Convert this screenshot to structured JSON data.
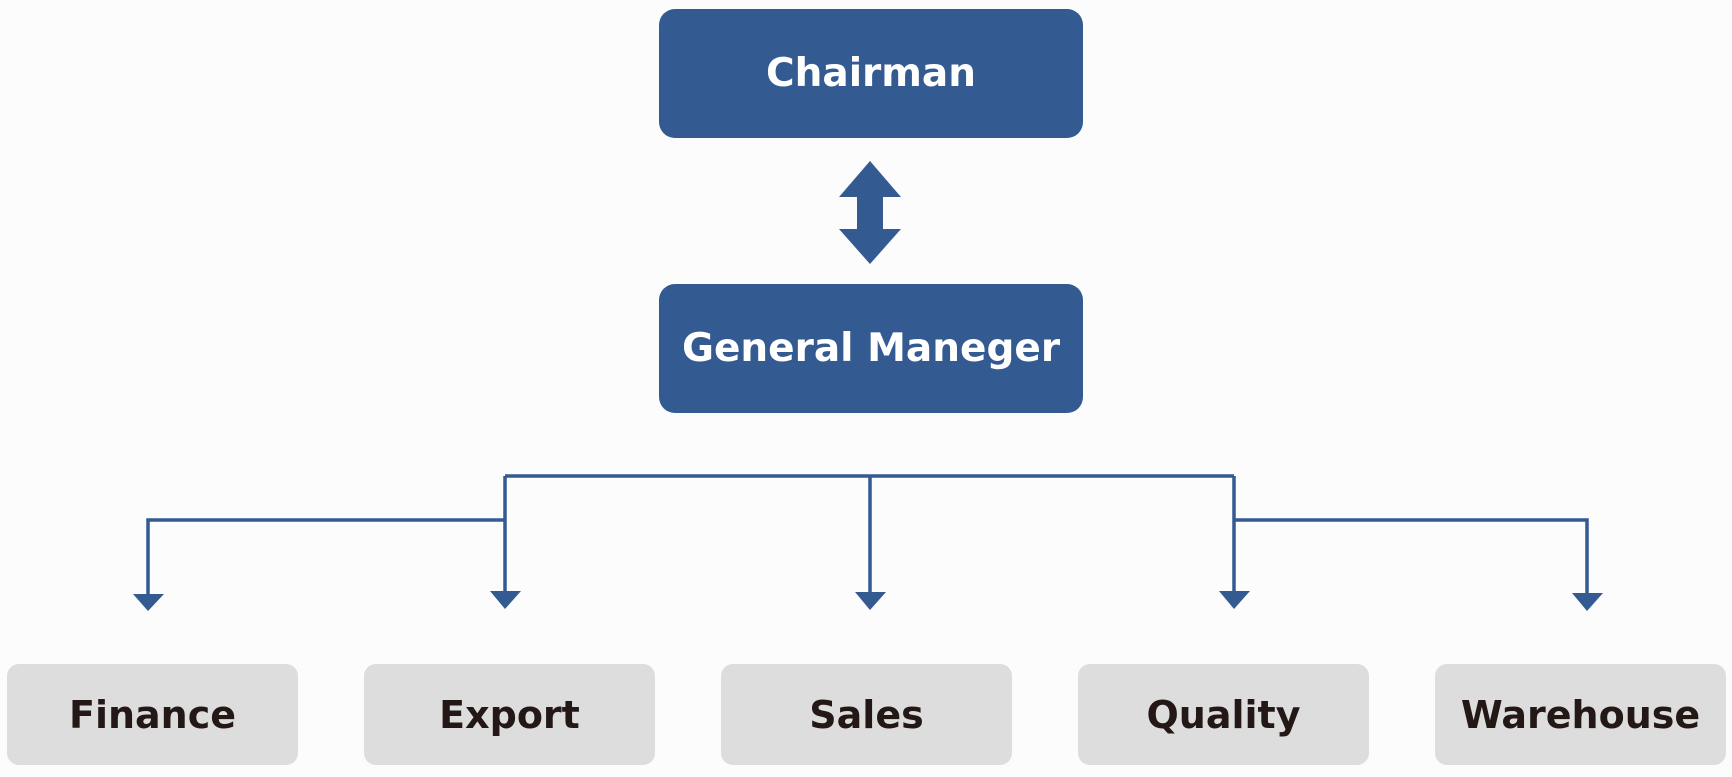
{
  "chart": {
    "top": {
      "label": "Chairman"
    },
    "middle": {
      "label": "General Maneger"
    },
    "departments": [
      {
        "label": "Finance"
      },
      {
        "label": "Export"
      },
      {
        "label": "Sales"
      },
      {
        "label": "Quality"
      },
      {
        "label": "Warehouse"
      }
    ]
  },
  "colors": {
    "executive_fill": "#345a92",
    "executive_text": "#ffffff",
    "department_fill": "#dddddd",
    "department_text": "#231815",
    "connector": "#345a92"
  }
}
